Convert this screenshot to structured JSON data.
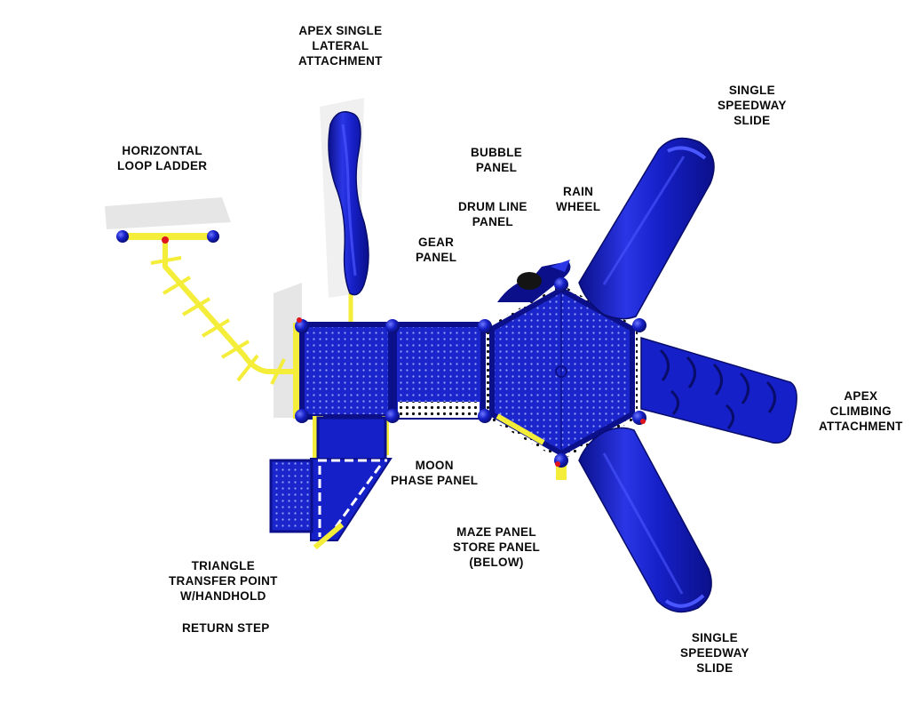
{
  "colors": {
    "blue": "#1620c8",
    "blue_dark": "#0b108a",
    "blue_light": "#3a48ee",
    "yellow": "#f4ee3a",
    "red": "#e0141e",
    "shadow": "#e4e4e4",
    "text": "#0a0a0a"
  },
  "labels": {
    "apex_single_lateral": [
      "APEX SINGLE",
      "LATERAL",
      "ATTACHMENT"
    ],
    "single_speedway_top": [
      "SINGLE",
      "SPEEDWAY",
      "SLIDE"
    ],
    "horizontal_loop_ladder": [
      "HORIZONTAL",
      "LOOP LADDER"
    ],
    "bubble_panel": [
      "BUBBLE",
      "PANEL"
    ],
    "drum_line_panel": [
      "DRUM LINE",
      "PANEL"
    ],
    "rain_wheel": [
      "RAIN",
      "WHEEL"
    ],
    "gear_panel": [
      "GEAR",
      "PANEL"
    ],
    "apex_climbing": [
      "APEX",
      "CLIMBING",
      "ATTACHMENT"
    ],
    "moon_phase_panel": [
      "MOON",
      "PHASE PANEL"
    ],
    "maze_store_panel": [
      "MAZE PANEL",
      "STORE PANEL",
      "(BELOW)"
    ],
    "triangle_transfer": [
      "TRIANGLE",
      "TRANSFER POINT",
      "W/HANDHOLD"
    ],
    "return_step": [
      "RETURN STEP"
    ],
    "single_speedway_bottom": [
      "SINGLE",
      "SPEEDWAY",
      "SLIDE"
    ]
  }
}
